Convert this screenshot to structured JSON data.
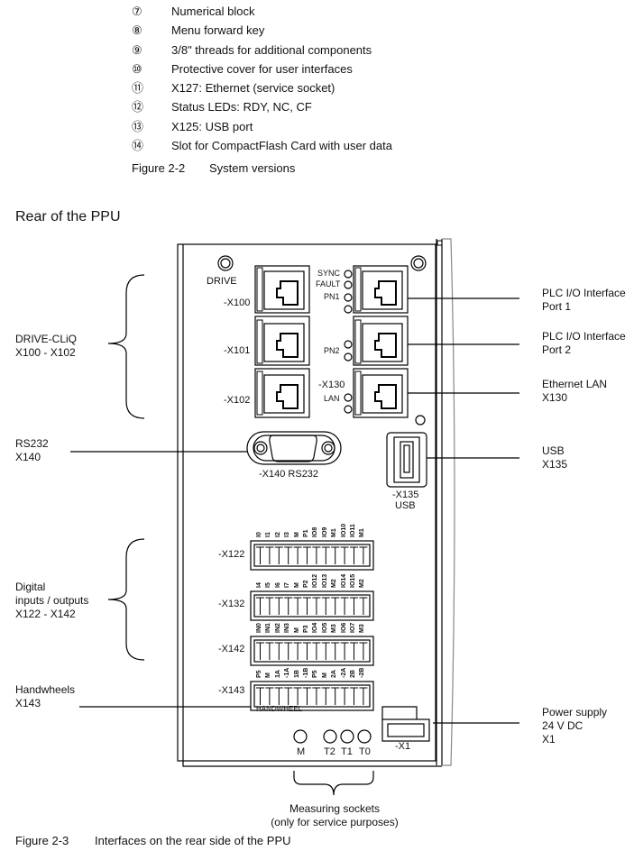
{
  "legend_items": [
    {
      "number": "⑦",
      "text": "Numerical block"
    },
    {
      "number": "⑧",
      "text": "Menu forward key"
    },
    {
      "number": "⑨",
      "text": "3/8\" threads for additional components"
    },
    {
      "number": "⑩",
      "text": "Protective cover for user interfaces"
    },
    {
      "number": "⑪",
      "text": "X127: Ethernet (service socket)"
    },
    {
      "number": "⑫",
      "text": "Status LEDs: RDY, NC, CF"
    },
    {
      "number": "⑬",
      "text": "X125: USB port"
    },
    {
      "number": "⑭",
      "text": "Slot for CompactFlash Card with user data"
    }
  ],
  "figure_2_2": {
    "label": "Figure 2-2",
    "title": "System versions"
  },
  "section_title": "Rear of the PPU",
  "callouts_left": {
    "drive_cliq": [
      "DRIVE-CLiQ",
      "X100 - X102"
    ],
    "rs232": [
      "RS232",
      "X140"
    ],
    "digital_io": [
      "Digital",
      "inputs / outputs",
      "X122 - X142"
    ],
    "handwheels": [
      "Handwheels",
      "X143"
    ]
  },
  "callouts_right": {
    "plc_port1": [
      "PLC I/O Interface",
      "Port 1"
    ],
    "plc_port2": [
      "PLC I/O Interface",
      "Port 2"
    ],
    "ethernet_lan": [
      "Ethernet LAN",
      "X130"
    ],
    "usb": [
      "USB",
      "X135"
    ],
    "power": [
      "Power supply",
      "24 V DC",
      "X1"
    ]
  },
  "device": {
    "drive_label": "DRIVE",
    "ports_left": [
      "-X100",
      "-X101",
      "-X102"
    ],
    "leds_port1": [
      "SYNC",
      "FAULT",
      "PN1",
      ""
    ],
    "leds_port2": [
      "PN2",
      ""
    ],
    "x130_label": "-X130",
    "leds_lan": [
      "LAN",
      ""
    ],
    "rs232_label": "-X140 RS232",
    "usb_label": [
      "-X135",
      "USB"
    ],
    "terminals": [
      {
        "name": "-X122",
        "pins": [
          "I0",
          "I1",
          "I2",
          "I3",
          "M",
          "P1",
          "IO8",
          "IO9",
          "M1",
          "IO10",
          "IO11",
          "M1"
        ]
      },
      {
        "name": "-X132",
        "pins": [
          "I4",
          "I5",
          "I6",
          "I7",
          "M",
          "P2",
          "IO12",
          "IO13",
          "M2",
          "IO14",
          "IO15",
          "M2"
        ]
      },
      {
        "name": "-X142",
        "pins": [
          "IN0",
          "IN1",
          "IN2",
          "IN3",
          "M",
          "P3",
          "IO4",
          "IO5",
          "M3",
          "IO6",
          "IO7",
          "M3"
        ]
      },
      {
        "name": "-X143",
        "pins": [
          "P5",
          "M",
          "1A",
          "-1A",
          "1B",
          "-1B",
          "P5",
          "M",
          "2A",
          "-2A",
          "2B",
          "-2B"
        ]
      }
    ],
    "handwheel_label": "HANDWHEEL",
    "measuring_sockets": [
      "M",
      "T2",
      "T1",
      "T0"
    ],
    "x1_label": "-X1"
  },
  "measuring_caption": [
    "Measuring sockets",
    "(only for service purposes)"
  ],
  "figure_2_3": {
    "label": "Figure 2-3",
    "title": "Interfaces on the rear side of the PPU"
  }
}
